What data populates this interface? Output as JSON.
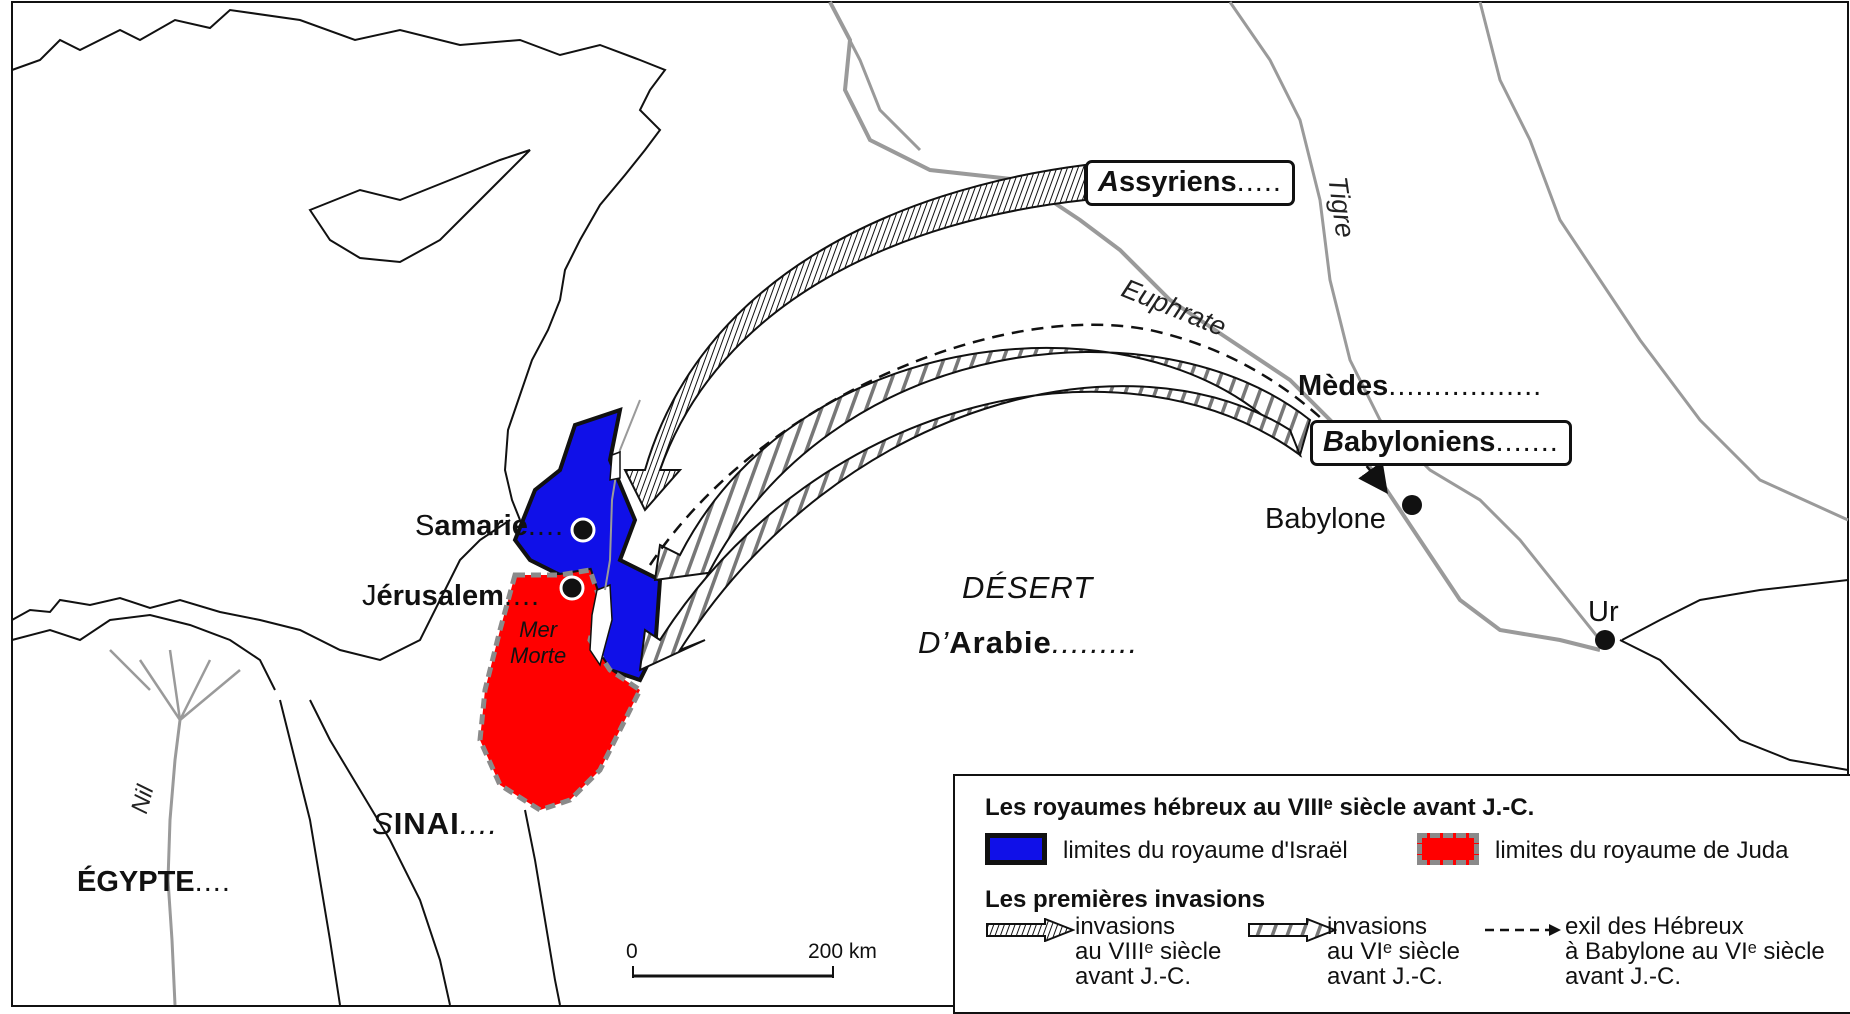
{
  "colors": {
    "israel": "#1010e8",
    "juda": "#ff0000",
    "land_line": "#111111",
    "river": "#9a9a9a",
    "boundary_dashes": "#8a8a8a"
  },
  "labels": {
    "assyriens_init": "A",
    "assyriens_rest": "ssyriens",
    "assyriens_dots": ".....",
    "medes_word": "Mèdes",
    "medes_dots": ".................",
    "babyloniens_init": "B",
    "babyloniens_rest": "abyloniens",
    "babyloniens_dots": ".......",
    "babylone": "Babylone",
    "ur": "Ur",
    "samarie_init": "S",
    "samarie_rest": "amarie",
    "samarie_dots": "....",
    "jerusalem_init": "J",
    "jerusalem_rest": "érusalem",
    "jerusalem_dots": "....",
    "mer_morte_1": "Mer",
    "mer_morte_2": "Morte",
    "desert": "DÉSERT",
    "arabie_init": "D’",
    "arabie_rest": "Arabie",
    "arabie_dots": ".........",
    "sinai_init": "S",
    "sinai_rest": "INAI",
    "sinai_dots": "....",
    "egypte": "ÉGYPTE",
    "egypte_dots": "....",
    "euphrate": "Euphrate",
    "tigre": "Tigre",
    "nil": "Nil"
  },
  "scale": {
    "zero": "0",
    "distance": "200 km"
  },
  "legend": {
    "title": "Les royaumes hébreux au VIIIᵉ siècle avant J.-C.",
    "israel": "limites du royaume d'Israël",
    "juda": "limites du royaume de Juda",
    "invasions_title": "Les premières invasions",
    "inv8_l1": "invasions",
    "inv8_l2": "au VIIIᵉ siècle",
    "inv8_l3": "avant J.-C.",
    "inv6_l1": "invasions",
    "inv6_l2": "au VIᵉ siècle",
    "inv6_l3": "avant J.-C.",
    "exil_l1": "exil des Hébreux",
    "exil_l2": "à Babylone au VIᵉ siècle",
    "exil_l3": "avant J.-C."
  }
}
